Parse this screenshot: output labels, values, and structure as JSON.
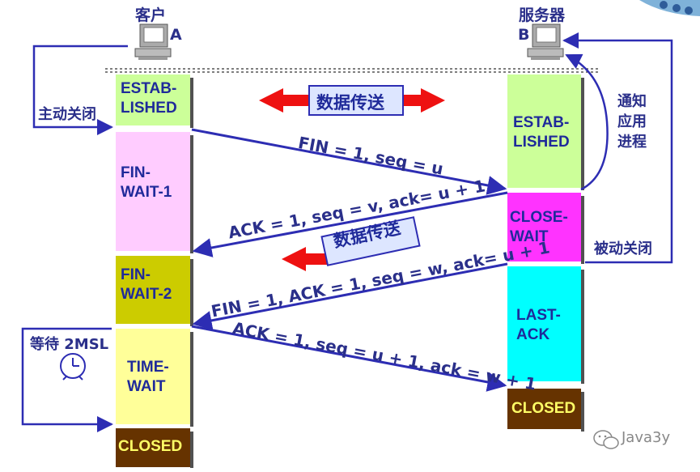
{
  "hosts": {
    "client": {
      "title": "客户",
      "letter": "A"
    },
    "server": {
      "title": "服务器",
      "letter": "B"
    }
  },
  "client_states": [
    {
      "id": "estab",
      "text": "ESTAB-\nLISHED",
      "color": "#ccff99"
    },
    {
      "id": "finwait1",
      "text": "FIN-\nWAIT-1",
      "color": "#ffccff"
    },
    {
      "id": "finwait2",
      "text": "FIN-\nWAIT-2",
      "color": "#cccc00"
    },
    {
      "id": "timewait",
      "text": "TIME-\nWAIT",
      "color": "#ffff99"
    },
    {
      "id": "closed",
      "text": "CLOSED",
      "color": "#663300",
      "text_color": "#ffff66"
    }
  ],
  "server_states": [
    {
      "id": "estab",
      "text": "ESTAB-\nLISHED",
      "color": "#ccff99"
    },
    {
      "id": "closewait",
      "text": "CLOSE-\nWAIT",
      "color": "#ff33ff"
    },
    {
      "id": "lastack",
      "text": "LAST-\nACK",
      "color": "#00ffff"
    },
    {
      "id": "closed",
      "text": "CLOSED",
      "color": "#663300",
      "text_color": "#ffff66"
    }
  ],
  "messages": {
    "m1": "FIN = 1, seq = u",
    "m2": "ACK = 1, seq = v, ack= u + 1",
    "m3": "FIN = 1, ACK = 1, seq = w, ack= u + 1",
    "m4": "ACK = 1, seq = u + 1, ack = w + 1"
  },
  "labels": {
    "data_transfer_1": "数据传送",
    "data_transfer_2": "数据传送",
    "active_close": "主动关闭",
    "passive_close": "被动关闭",
    "notify_app": "通知\n应用\n进程",
    "wait_2msl": "等待 2MSL"
  },
  "watermark": "Java3y",
  "colors": {
    "line": "#2d2db3",
    "arrow_red": "#ee1111",
    "box_blue": "#dde6ff"
  }
}
